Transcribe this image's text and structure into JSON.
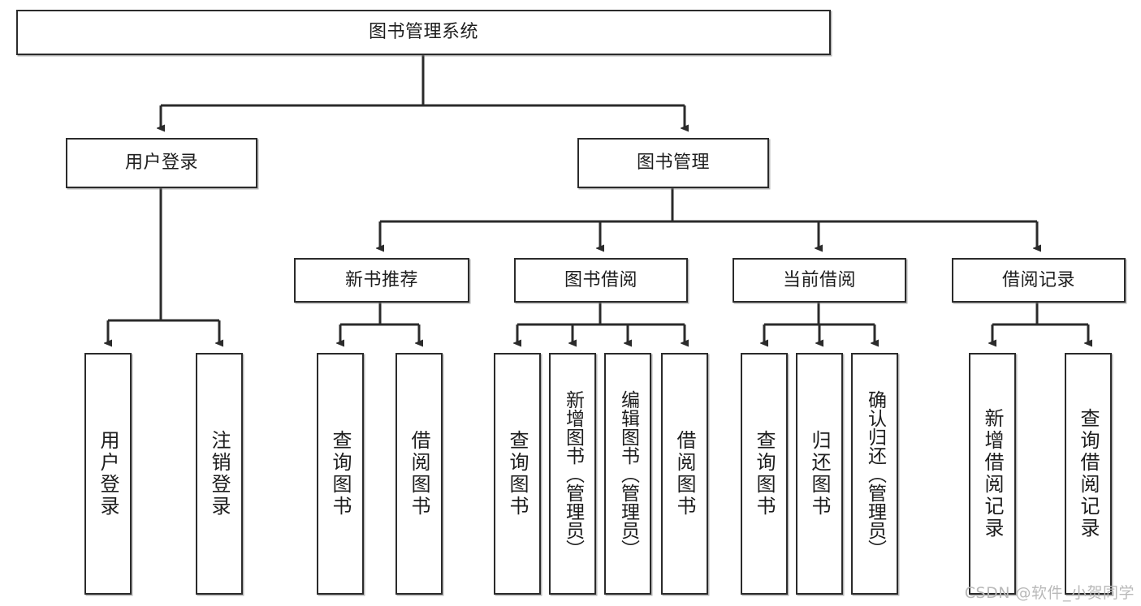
{
  "diagram": {
    "title": "图书管理系统",
    "type": "tree-hierarchy-diagram",
    "watermark": "CSDN @软件_小贺同学",
    "colors": {
      "box_border": "#2b2b2b",
      "box_fill": "#ffffff",
      "connector": "#2b2b2b",
      "text": "#1d1d1d",
      "watermark": "#b9b9b9"
    },
    "root": {
      "label": "图书管理系统"
    },
    "level1": [
      {
        "label": "用户登录"
      },
      {
        "label": "图书管理"
      }
    ],
    "level2": [
      {
        "label": "新书推荐"
      },
      {
        "label": "图书借阅"
      },
      {
        "label": "当前借阅"
      },
      {
        "label": "借阅记录"
      }
    ],
    "leaves": {
      "user_login": [
        {
          "label": "用户登录"
        },
        {
          "label": "注销登录"
        }
      ],
      "new_book_recommend": [
        {
          "label": "查询图书"
        },
        {
          "label": "借阅图书"
        }
      ],
      "book_borrow": [
        {
          "label": "查询图书"
        },
        {
          "label": "新增图书（管理员）"
        },
        {
          "label": "编辑图书（管理员）"
        },
        {
          "label": "借阅图书"
        }
      ],
      "current_borrow": [
        {
          "label": "查询图书"
        },
        {
          "label": "归还图书"
        },
        {
          "label": "确认归还（管理员）"
        }
      ],
      "borrow_record": [
        {
          "label": "新增借阅记录"
        },
        {
          "label": "查询借阅记录"
        }
      ]
    }
  }
}
